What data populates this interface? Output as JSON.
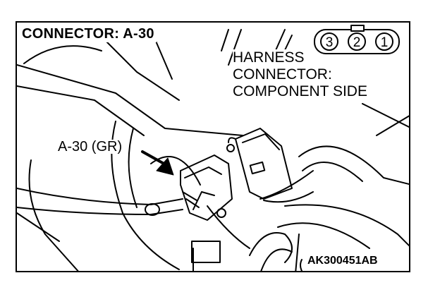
{
  "title": "CONNECTOR: A-30",
  "harness_label": {
    "line1": "HARNESS",
    "line2": "CONNECTOR:",
    "line3": "COMPONENT SIDE"
  },
  "connector_pins": [
    "3",
    "2",
    "1"
  ],
  "callout_label": "A-30 (GR)",
  "figure_code": "AK300451AB",
  "colors": {
    "ink": "#000000",
    "paper": "#ffffff"
  }
}
